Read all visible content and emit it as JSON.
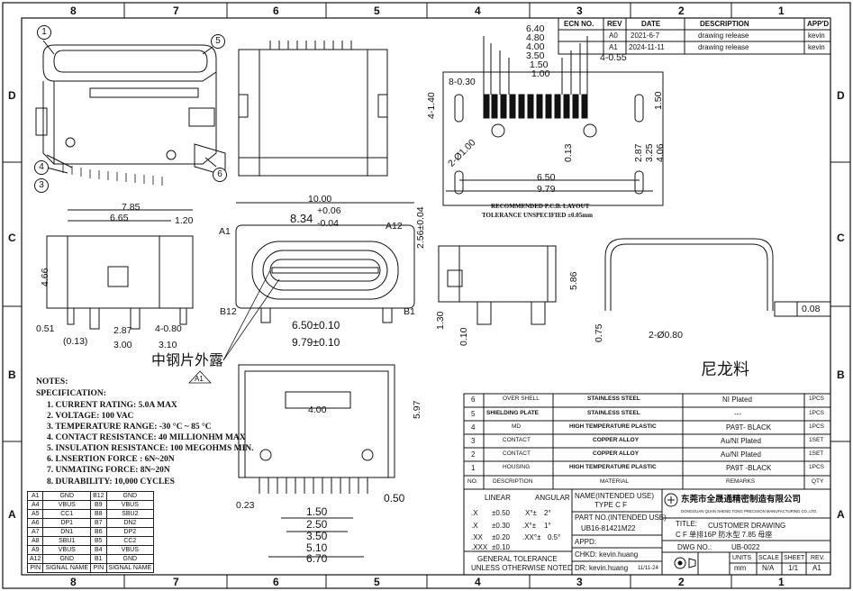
{
  "zones": {
    "top": [
      "8",
      "7",
      "6",
      "5",
      "4",
      "3",
      "2",
      "1"
    ],
    "bottom": [
      "8",
      "7",
      "6",
      "5",
      "4",
      "3",
      "2",
      "1"
    ],
    "left": [
      "D",
      "C",
      "B",
      "A"
    ],
    "right": [
      "D",
      "C",
      "B",
      "A"
    ]
  },
  "revision_block": {
    "headers": [
      "ECN NO.",
      "REV",
      "DATE",
      "DESCRIPTION",
      "APP'D"
    ],
    "rows": [
      {
        "rev": "A0",
        "date": "2021-6-7",
        "desc": "drawing release",
        "app": "kevin"
      },
      {
        "rev": "A1",
        "date": "2024-11-11",
        "desc": "drawing release",
        "app": "kevin"
      }
    ]
  },
  "callouts": [
    "1",
    "2",
    "3",
    "4",
    "5",
    "6"
  ],
  "dimensions": {
    "top_pitch": [
      "6.40",
      "4.80",
      "4.00",
      "3.50",
      "1.50",
      "1.00",
      "4-0.55"
    ],
    "pcb_left": [
      "8-0.30",
      "4-1.40",
      "2-Ø1.00",
      "1.50",
      "0.13",
      "2.87",
      "3.25",
      "4.06",
      "6.50",
      "9.79"
    ],
    "side_top": [
      "7.85",
      "6.65",
      "1.20",
      "4.66",
      "0.51",
      "(0.13)",
      "2.87",
      "4-0.80",
      "3.00",
      "3.10"
    ],
    "front": [
      "10.00",
      "8.34",
      "+0.06",
      "-0.04",
      "2.56±0.04",
      "A1",
      "A12",
      "B12",
      "B1",
      "6.50±0.10",
      "9.79±0.10"
    ],
    "right_side": [
      "5.86",
      "1.30",
      "0.10",
      "0.75",
      "2-Ø0.80",
      "0.08"
    ],
    "bottom_view": [
      "4.00",
      "5.97",
      "0.23",
      "0.50",
      "1.50",
      "2.50",
      "3.50",
      "5.10",
      "6.70"
    ]
  },
  "pcb_layout": {
    "title": "RECOMMENDED P.C.B. LAYOUT",
    "tolerance": "TOLERANCE UNSPECIFIED ±0.05mm"
  },
  "labels": {
    "steel_shell_cn": "中钢片外露",
    "nylon_cn": "尼龙料",
    "marker": "A1"
  },
  "notes": {
    "title": "NOTES:",
    "spec_title": "SPECIFICATION:",
    "items": [
      "1. CURRENT RATING: 5.0A MAX",
      "2. VOLTAGE: 100 VAC",
      "3. TEMPERATURE RANGE: -30 °C ~ 85 °C",
      "4. CONTACT RESISTANCE: 40 MILLIONHM MAX",
      "5. INSULATION RESISTANCE: 100 MEGOHMS MIN.",
      "6. LNSERTION FORCE : 6N~20N",
      "7. UNMATING FORCE: 8N~20N",
      "8. DURABILITY: 10,000 CYCLES"
    ]
  },
  "pin_table": {
    "rows": [
      [
        "A1",
        "GND",
        "B12",
        "GND"
      ],
      [
        "A4",
        "VBUS",
        "B9",
        "VBUS"
      ],
      [
        "A5",
        "CC1",
        "B8",
        "SBU2"
      ],
      [
        "A6",
        "DP1",
        "B7",
        "DN2"
      ],
      [
        "A7",
        "DN1",
        "B6",
        "DP2"
      ],
      [
        "A8",
        "SBU1",
        "B5",
        "CC2"
      ],
      [
        "A9",
        "VBUS",
        "B4",
        "VBUS"
      ],
      [
        "A12",
        "GND",
        "B1",
        "GND"
      ],
      [
        "PIN",
        "SIGNAL NAME",
        "PIN",
        "SIGNAL NAME"
      ]
    ]
  },
  "bom": {
    "rows": [
      [
        "6",
        "OVER SHELL",
        "STAINLESS STEEL",
        "NI Plated",
        "1PCS"
      ],
      [
        "5",
        "SHIELDING PLATE",
        "STAINLESS STEEL",
        "---",
        "1PCS"
      ],
      [
        "4",
        "MD",
        "HIGH TEMPERATURE PLASTIC",
        "PA9T- BLACK",
        "1PCS"
      ],
      [
        "3",
        "CONTACT",
        "COPPER ALLOY",
        "Au/NI Plated",
        "1SET"
      ],
      [
        "2",
        "CONTACT",
        "COPPER ALLOY",
        "Au/NI Plated",
        "1SET"
      ],
      [
        "1",
        "HOUSING",
        "HIGH TEMPERATURE PLASTIC",
        "PA9T -BLACK",
        "1PCS"
      ],
      [
        "NO.",
        "DESCRIPTION",
        "MATERIAL",
        "REMARKS",
        "QTY"
      ]
    ]
  },
  "title_block": {
    "linear_label": "LINEAR",
    "angular_label": "ANGULAR",
    "tolerances": [
      [
        ".X",
        "±0.50",
        "X°±",
        "2°"
      ],
      [
        ".X",
        "±0.30",
        ".X°±",
        "1°"
      ],
      [
        ".XX",
        "±0.20",
        ".XX°±",
        "0.5°"
      ],
      [
        ".XXX",
        "±0.10",
        "",
        ""
      ]
    ],
    "general_tol": "GENERAL TOLERANCE",
    "unless": "UNLESS OTHERWISE NOTED",
    "name_label": "NAME(INTENDED USE)",
    "name_value": "TYPE C F",
    "part_label": "PART NO.(INTENDED USE)",
    "part_value": "UB16-81421M22",
    "appd": "APPD:",
    "chkd": "CHKD: kevin.huang",
    "dr": "DR: kevin.huang",
    "dr_date": "11/11-24",
    "company_cn": "东莞市全晟通精密制造有限公司",
    "company_en": "DONGGUAN QUAN SHENG TONG PRECISION MANUFACTURING CO.,LTD.",
    "title_label": "TITLE:",
    "title_value": "CUSTOMER DRAWING",
    "subtitle": "C F 单排16P 防水型 7.85 母座",
    "dwg_label": "DWG NO.:",
    "dwg_value": "UB-0022",
    "units_label": "UNITS",
    "units_value": "mm",
    "scale_label": "SCALE",
    "scale_value": "N/A",
    "sheet_label": "SHEET",
    "sheet_value": "1/1",
    "rev_label": "REV.",
    "rev_value": "A1"
  }
}
